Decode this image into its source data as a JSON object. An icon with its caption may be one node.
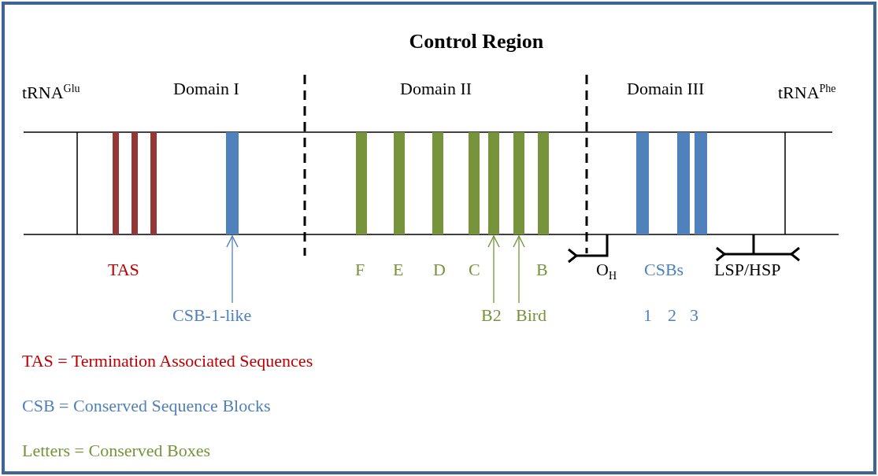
{
  "diagram": {
    "title": "Control Region",
    "nodes": [
      {
        "text": [],
        "shape": "bar"
      },
      {
        "text": [],
        "shape": "bar"
      },
      {
        "text": [],
        "shape": "bar"
      },
      {
        "text": [
          "CSB-1-like"
        ]
      },
      {
        "text": [
          "B2"
        ]
      },
      {
        "text": [
          "Bird"
        ]
      }
    ],
    "edges": [
      {
        "from": 3,
        "to": 0,
        "arrow": "to",
        "color": "#4f81bd"
      },
      {
        "from": 4,
        "to": 1,
        "arrow": "to"
      },
      {
        "from": 5,
        "to": 2,
        "arrow": "to"
      }
    ],
    "labels": [
      "tRNA$^{Glu}$",
      "Domain I",
      "Domain II",
      "Domain III",
      "tRNA$^{Phe}$",
      "TAS",
      "F",
      "E",
      "D",
      "C",
      "B",
      "O$_{H}$",
      "CSBs",
      "1",
      "2",
      "3",
      "LSP/HSP",
      "TAS = Termination Associated Sequences",
      "CSB = Conserved Sequence Blocks",
      "Letters = Conserved Boxes"
    ]
  }
}
